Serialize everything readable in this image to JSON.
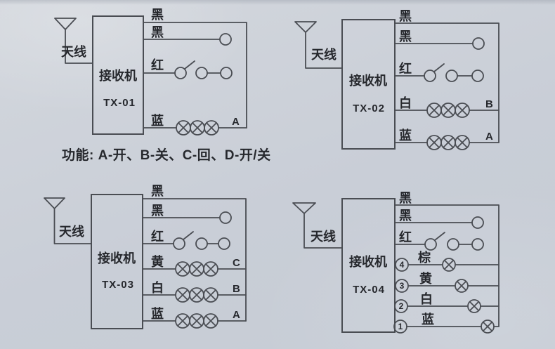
{
  "colors": {
    "paper": "#c9ced7",
    "paper-hi": "#d3d7dd",
    "paper-lo": "#c6ccd5",
    "ink": "#26282d",
    "line": "#4a4d53"
  },
  "function_note": "功能: A-开、B-关、C-回、D-开/关",
  "diagrams": [
    {
      "model": "TX-01",
      "antenna_label": "天线",
      "receiver_label": "接收机",
      "wires": [
        {
          "label": "黑",
          "symbol": "bus-loop"
        },
        {
          "label": "黑",
          "symbol": "terminal"
        },
        {
          "label": "红",
          "symbol": "switch"
        },
        {
          "label": "蓝",
          "symbol": "lamps-3",
          "tag": "A"
        }
      ]
    },
    {
      "model": "TX-02",
      "antenna_label": "天线",
      "receiver_label": "接收机",
      "wires": [
        {
          "label": "黑",
          "symbol": "bus-loop"
        },
        {
          "label": "黑",
          "symbol": "terminal"
        },
        {
          "label": "红",
          "symbol": "switch"
        },
        {
          "label": "白",
          "symbol": "lamps-3",
          "tag": "B"
        },
        {
          "label": "蓝",
          "symbol": "lamps-3",
          "tag": "A"
        }
      ]
    },
    {
      "model": "TX-03",
      "antenna_label": "天线",
      "receiver_label": "接收机",
      "wires": [
        {
          "label": "黑",
          "symbol": "bus-loop"
        },
        {
          "label": "黑",
          "symbol": "terminal"
        },
        {
          "label": "红",
          "symbol": "switch"
        },
        {
          "label": "黄",
          "symbol": "lamps-3",
          "tag": "C"
        },
        {
          "label": "白",
          "symbol": "lamps-3",
          "tag": "B"
        },
        {
          "label": "蓝",
          "symbol": "lamps-3",
          "tag": "A"
        }
      ]
    },
    {
      "model": "TX-04",
      "antenna_label": "天线",
      "receiver_label": "接收机",
      "wires": [
        {
          "label": "黑",
          "symbol": "bus-loop"
        },
        {
          "label": "黑",
          "symbol": "terminal"
        },
        {
          "label": "红",
          "symbol": "switch"
        },
        {
          "label": "棕",
          "symbol": "lamp",
          "pin": "4"
        },
        {
          "label": "黄",
          "symbol": "lamp",
          "pin": "3"
        },
        {
          "label": "白",
          "symbol": "lamp",
          "pin": "2"
        },
        {
          "label": "蓝",
          "symbol": "lamp",
          "pin": "1"
        }
      ]
    }
  ]
}
